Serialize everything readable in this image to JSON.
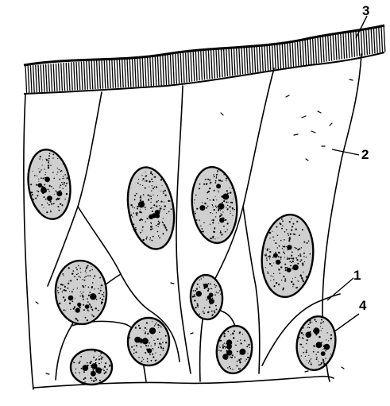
{
  "diagram": {
    "labels": [
      {
        "id": "1",
        "text": "1"
      },
      {
        "id": "2",
        "text": "2"
      },
      {
        "id": "3",
        "text": "3"
      },
      {
        "id": "4",
        "text": "4"
      }
    ]
  },
  "colors": {
    "ink": "#000000",
    "background": "#ffffff",
    "nucleus_fill": "#cfcfcf"
  }
}
